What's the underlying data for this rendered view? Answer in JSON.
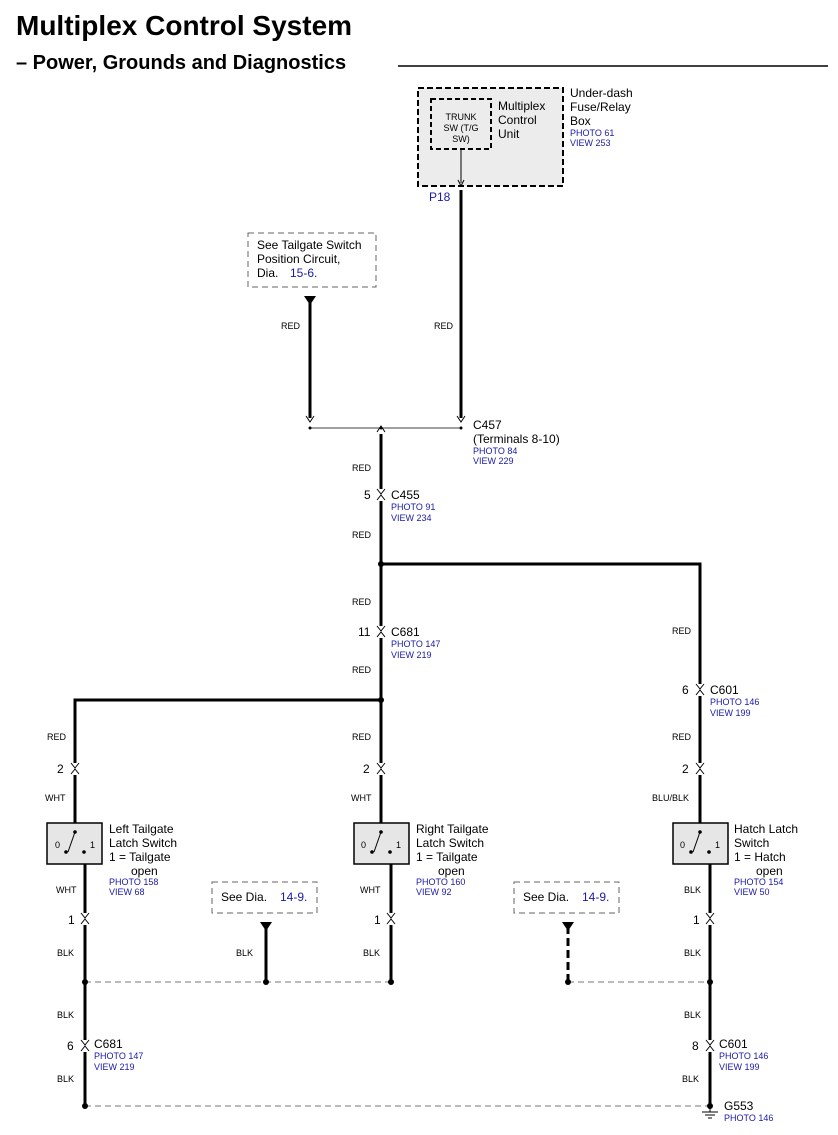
{
  "title": "Multiplex Control System",
  "subtitle": "– Power, Grounds and Diagnostics",
  "fuse_box": {
    "name": [
      "Under-dash",
      "Fuse/Relay",
      "Box"
    ],
    "photo": "PHOTO 61",
    "view": "VIEW 253",
    "unit": [
      "Multiplex",
      "Control",
      "Unit"
    ],
    "switch": [
      "TRUNK",
      "SW (T/G",
      "SW)"
    ],
    "pin": "P18"
  },
  "see_tailgate": {
    "lines": [
      "See Tailgate Switch",
      "Position Circuit,",
      "Dia."
    ],
    "link": "15-6."
  },
  "see_dia_left": {
    "text": "See Dia.",
    "link": "14-9."
  },
  "see_dia_right": {
    "text": "See Dia.",
    "link": "14-9."
  },
  "connectors": {
    "c457": {
      "name": "C457",
      "note": "(Terminals 8-10)",
      "photo": "PHOTO 84",
      "view": "VIEW 229"
    },
    "c455": {
      "pin": "5",
      "name": "C455",
      "photo": "PHOTO 91",
      "view": "VIEW 234"
    },
    "c681_top": {
      "pin": "11",
      "name": "C681",
      "photo": "PHOTO 147",
      "view": "VIEW 219"
    },
    "c601_top": {
      "pin": "6",
      "name": "C601",
      "photo": "PHOTO 146",
      "view": "VIEW 199"
    },
    "c681_bot": {
      "pin": "6",
      "name": "C681",
      "photo": "PHOTO 147",
      "view": "VIEW 219"
    },
    "c601_bot": {
      "pin": "8",
      "name": "C601",
      "photo": "PHOTO 146",
      "view": "VIEW 199"
    },
    "g553": {
      "name": "G553",
      "photo": "PHOTO 146"
    }
  },
  "switches": {
    "left": {
      "name": [
        "Left Tailgate",
        "Latch Switch",
        "1 = Tailgate",
        "open"
      ],
      "photo": "PHOTO 158",
      "view": "VIEW 68",
      "pin_top": "2",
      "pin_bot": "1"
    },
    "right": {
      "name": [
        "Right Tailgate",
        "Latch Switch",
        "1 = Tailgate",
        "open"
      ],
      "photo": "PHOTO 160",
      "view": "VIEW 92",
      "pin_top": "2",
      "pin_bot": "1"
    },
    "hatch": {
      "name": [
        "Hatch Latch",
        "Switch",
        "1 = Hatch",
        "open"
      ],
      "photo": "PHOTO 154",
      "view": "VIEW 50",
      "pin_top": "2",
      "pin_bot": "1"
    },
    "pos0": "0",
    "pos1": "1"
  },
  "wire_colors": {
    "red": "RED",
    "wht": "WHT",
    "blk": "BLK",
    "blu_blk": "BLU/BLK"
  }
}
